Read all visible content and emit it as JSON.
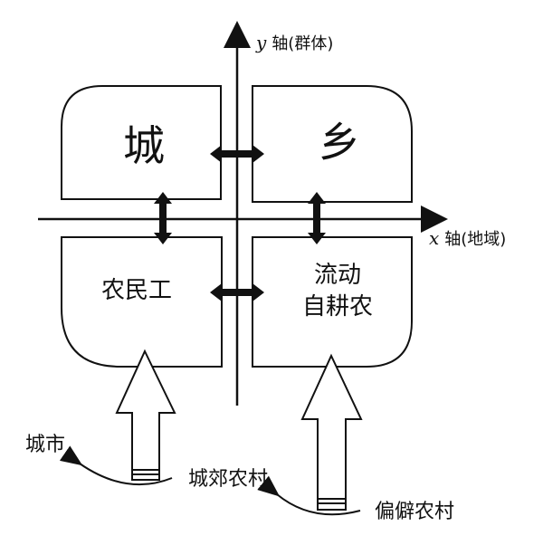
{
  "axes": {
    "y": {
      "var": "y",
      "label": "轴(群体)"
    },
    "x": {
      "var": "x",
      "label": "轴(地域)"
    }
  },
  "quadrants": {
    "top_left": "城",
    "top_right": "乡",
    "bottom_left": "农民工",
    "bottom_right_line1": "流动",
    "bottom_right_line2": "自耕农"
  },
  "sources": {
    "city": "城市",
    "suburban_village": "城郊农村",
    "remote_village": "偏僻农村"
  },
  "colors": {
    "stroke": "#111111",
    "background": "#ffffff"
  }
}
